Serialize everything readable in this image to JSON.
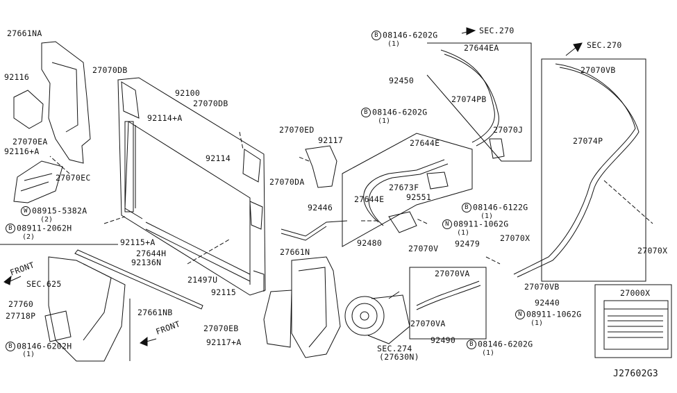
{
  "diagram_id": "J27602G3",
  "labels": {
    "l1": "27661NA",
    "l2": "92116",
    "l3": "27070EA",
    "l4": "92116+A",
    "l5": "27070EC",
    "l6": "27070DB",
    "l7": "92100",
    "l8": "92114+A",
    "l9": "27070DB",
    "l10": "92114",
    "l11": "92115+A",
    "l12": "27644H",
    "l13": "92136N",
    "l14": "21497U",
    "l15": "92115",
    "l16": "27661NB",
    "l17": "SEC.625",
    "l18": "27760",
    "l19": "27718P",
    "l20": "27070ED",
    "l21": "92117",
    "l22": "27070DA",
    "l23": "92446",
    "l24": "27661N",
    "l25": "27070EB",
    "l26": "92117+A",
    "l27": "SEC.270",
    "l28": "27644EA",
    "l29": "92450",
    "l30": "27074PB",
    "l31": "27070J",
    "l32": "27644E",
    "l33": "27673F",
    "l34": "92551",
    "l35": "27644E",
    "l36": "92480",
    "l37": "92479",
    "l38": "27070V",
    "l39": "SEC.270",
    "l40": "27070VB",
    "l41": "27074P",
    "l42": "27070X",
    "l43": "27070X",
    "l44": "27070VA",
    "l45": "27070VB",
    "l46": "92440",
    "l47": "27070VA",
    "l48": "92490",
    "l49": "SEC.274",
    "l50": "(27630N)",
    "l51": "27000X"
  },
  "fasteners": {
    "f1": {
      "sym": "W",
      "pn": "08915-5382A",
      "q": "(2)"
    },
    "f2": {
      "sym": "B",
      "pn": "08911-2062H",
      "q": "(2)"
    },
    "f3": {
      "sym": "B",
      "pn": "08146-6202H",
      "q": "(1)"
    },
    "f4": {
      "sym": "B",
      "pn": "08146-6202G",
      "q": "(1)"
    },
    "f5": {
      "sym": "B",
      "pn": "08146-6202G",
      "q": "(1)"
    },
    "f6": {
      "sym": "B",
      "pn": "08146-6122G",
      "q": "(1)"
    },
    "f7": {
      "sym": "N",
      "pn": "08911-1062G",
      "q": "(1)"
    },
    "f8": {
      "sym": "N",
      "pn": "08911-1062G",
      "q": "(1)"
    },
    "f9": {
      "sym": "B",
      "pn": "08146-6202G",
      "q": "(1)"
    }
  },
  "front": {
    "a": "FRONT",
    "b": "FRONT"
  }
}
